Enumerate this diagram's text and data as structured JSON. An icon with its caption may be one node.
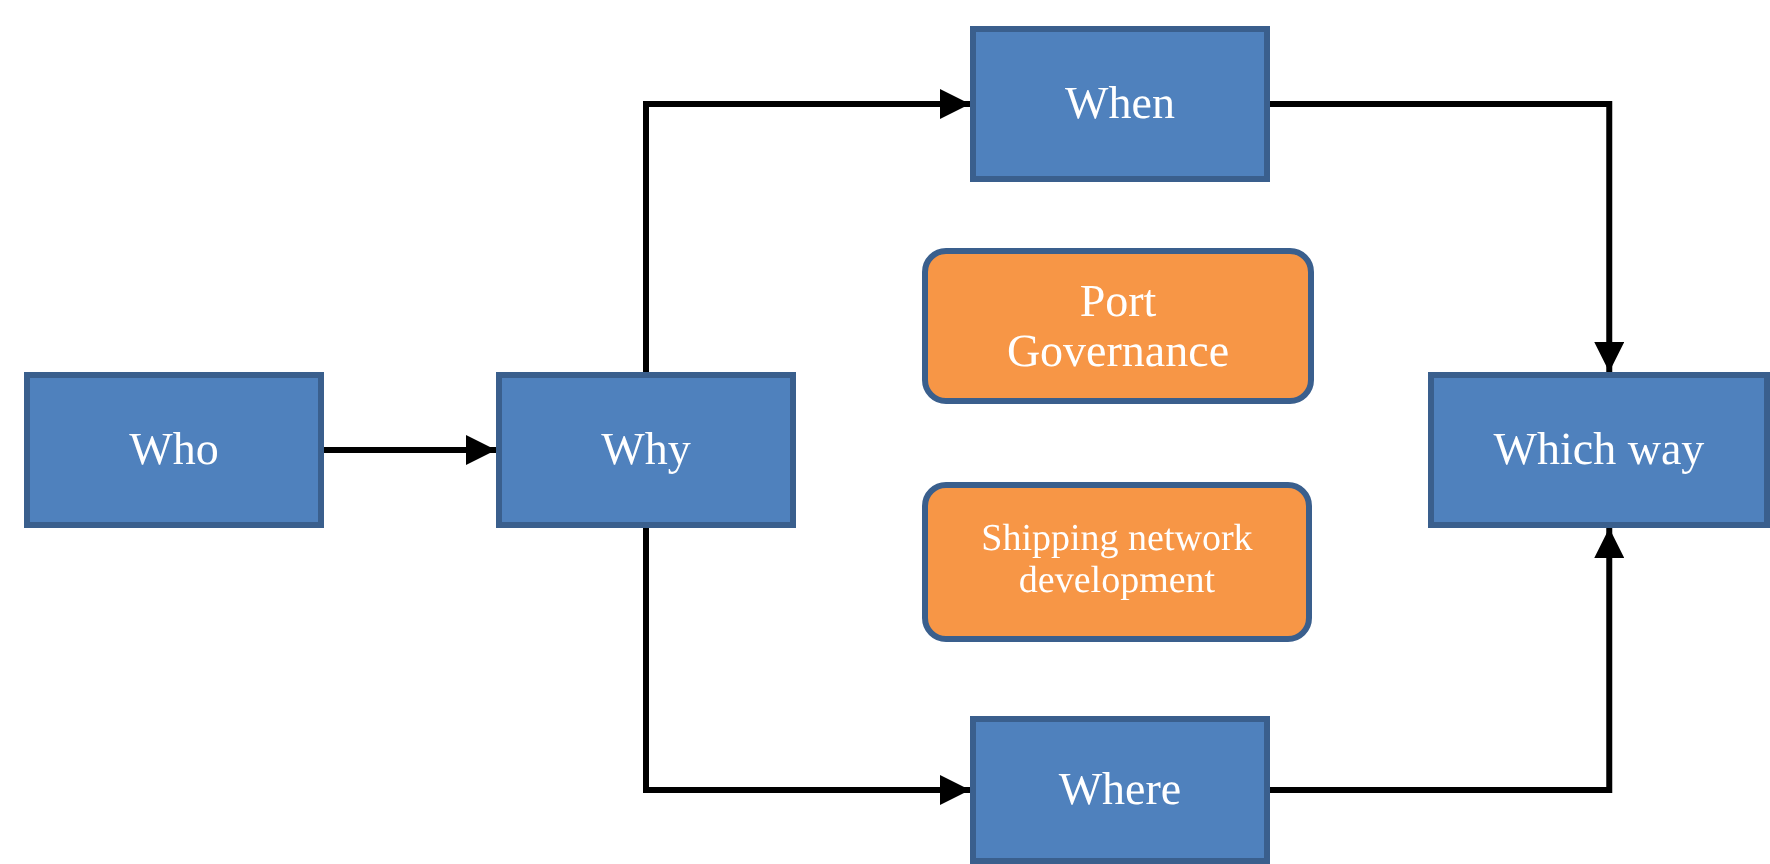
{
  "diagram": {
    "nodes": [
      {
        "text": [
          "Who"
        ]
      },
      {
        "text": [
          "Why"
        ]
      },
      {
        "text": [
          "When"
        ]
      },
      {
        "text": [
          "Port Governance"
        ]
      },
      {
        "text": [
          "Shipping network development"
        ]
      },
      {
        "text": [
          "Which way"
        ]
      },
      {
        "text": [
          "Where"
        ]
      }
    ],
    "edges": [
      {
        "from": 0,
        "to": 1,
        "arrow": "to"
      },
      {
        "from": 1,
        "to": 2,
        "arrow": "to"
      },
      {
        "from": 1,
        "to": 6,
        "arrow": "to"
      },
      {
        "from": 2,
        "to": 5,
        "arrow": "to"
      },
      {
        "from": 6,
        "to": 5,
        "arrow": "to"
      }
    ]
  }
}
